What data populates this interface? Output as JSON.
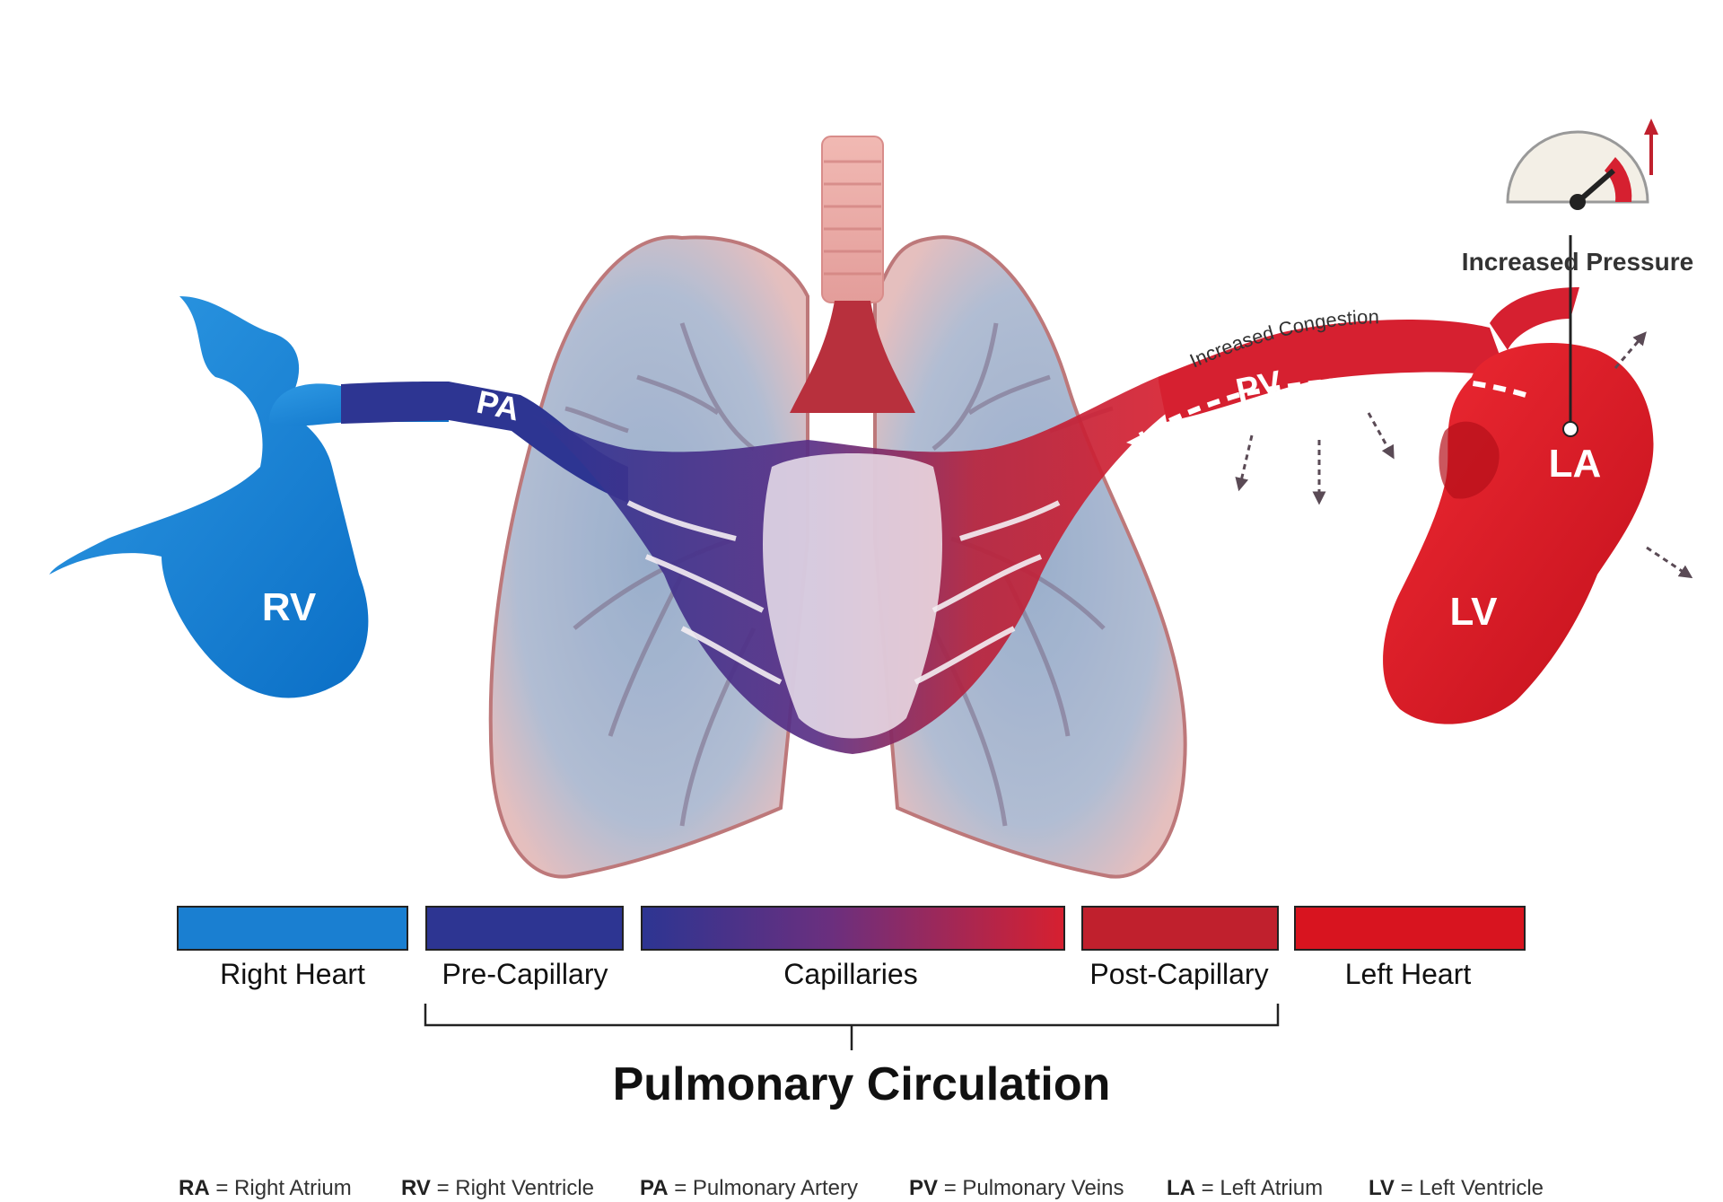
{
  "labels": {
    "ra": "RA",
    "rv": "RV",
    "pa": "PA",
    "pv": "PV",
    "la": "LA",
    "lv": "LV",
    "increased_pressure": "Increased Pressure",
    "increased_congestion": "Increased Congestion"
  },
  "bands": [
    {
      "label": "Right Heart",
      "color": "#1a7fd1"
    },
    {
      "label": "Pre-Capillary",
      "color": "#2d3592"
    },
    {
      "label": "Capillaries",
      "gradient": [
        "#2d3592",
        "#d62030"
      ]
    },
    {
      "label": "Post-Capillary",
      "color": "#c0202d"
    },
    {
      "label": "Left Heart",
      "color": "#d8141f"
    }
  ],
  "title": "Pulmonary Circulation",
  "legend": [
    {
      "abbr": "RA",
      "text": "= Right Atrium"
    },
    {
      "abbr": "RV",
      "text": "= Right Ventricle"
    },
    {
      "abbr": "PA",
      "text": "= Pulmonary Artery"
    },
    {
      "abbr": "PV",
      "text": "= Pulmonary Veins"
    },
    {
      "abbr": "LA",
      "text": "= Left Atrium"
    },
    {
      "abbr": "LV",
      "text": "= Left Ventricle"
    }
  ],
  "colors": {
    "right_heart": "#1a7fd1",
    "pre_capillary": "#2d3592",
    "post_capillary": "#c0202d",
    "left_heart": "#d8141f",
    "lung": "#c98a8a",
    "arrow": "#5a4a55"
  }
}
